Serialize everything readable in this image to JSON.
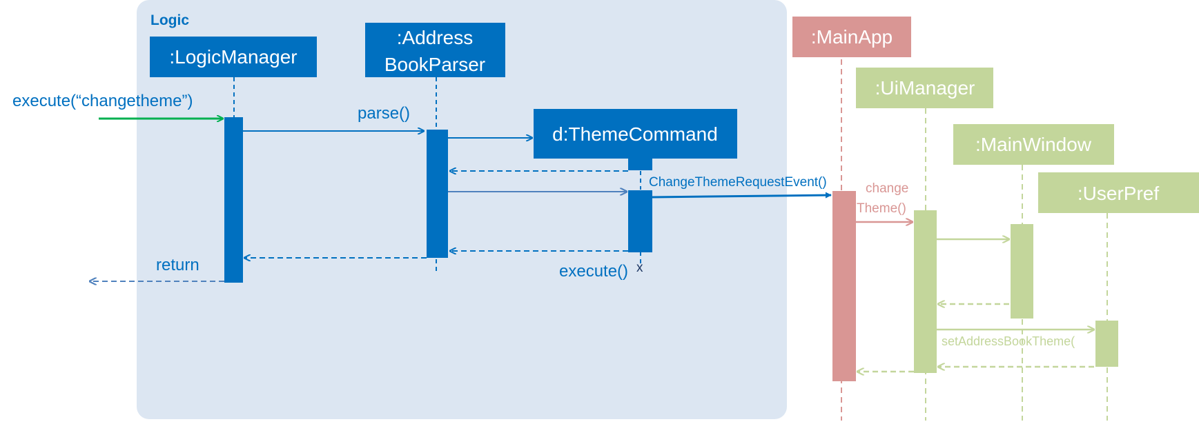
{
  "frame": {
    "label": "Logic"
  },
  "participants": {
    "logic_manager": ":LogicManager",
    "parser_line1": ":Address",
    "parser_line2": "BookParser",
    "theme_command": "d:ThemeCommand",
    "main_app": ":MainApp",
    "ui_manager": ":UiManager",
    "main_window": ":MainWindow",
    "user_pref": ":UserPref"
  },
  "messages": {
    "execute_call": "execute(“changetheme”)",
    "parse": "parse()",
    "execute_cmd": "execute()",
    "destroy_mark": "x",
    "return": "return",
    "change_theme_event": "ChangeThemeRequestEvent()",
    "change_line1": "change",
    "change_line2": "Theme()",
    "set_theme": "setAddressBookTheme("
  },
  "colors": {
    "logic_blue": "#0070c0",
    "frame_bg": "#dce6f2",
    "entry_green": "#00b050",
    "main_app_red": "#d99694",
    "ui_green": "#c3d69b"
  }
}
